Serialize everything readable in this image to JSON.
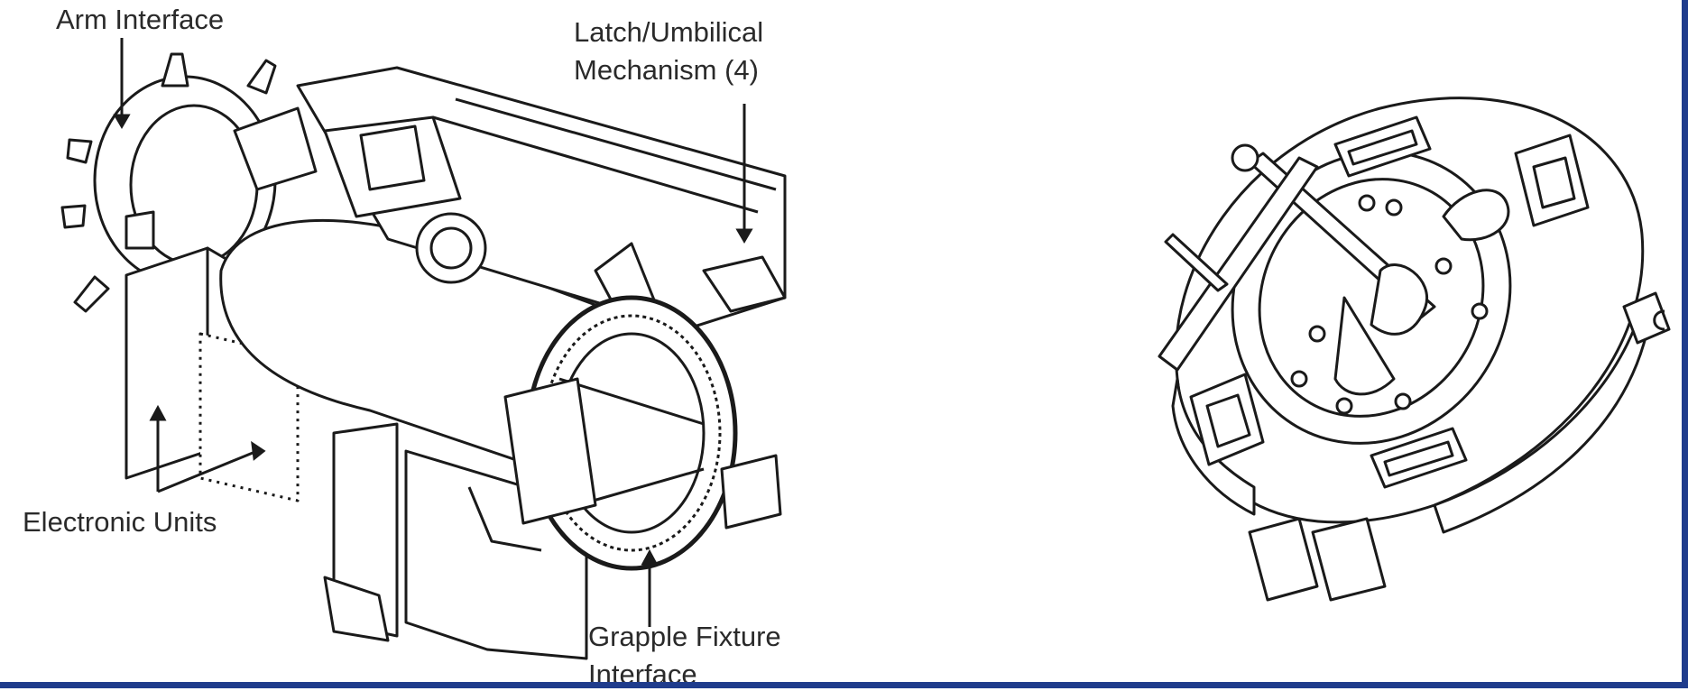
{
  "labels": {
    "arm_interface": "Arm Interface",
    "latch_line1": "Latch/Umbilical",
    "latch_line2": "Mechanism (4)",
    "electronic_units": "Electronic Units",
    "grapple_line1": "Grapple Fixture",
    "grapple_line2": "Interface"
  },
  "colors": {
    "background": "#ffffff",
    "ink": "#2a2a2a",
    "frame": "#1f3c8c"
  },
  "icons": {
    "left_figure": "end-effector-assembly-drawing",
    "right_figure": "grapple-fixture-plate-drawing"
  }
}
